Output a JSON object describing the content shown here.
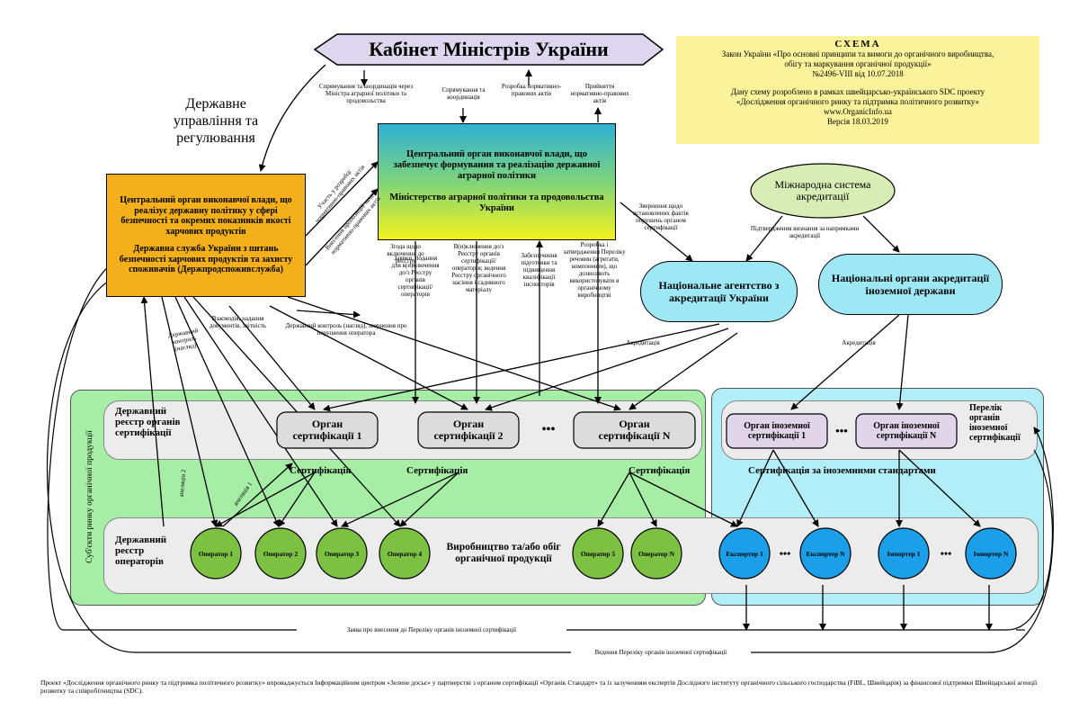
{
  "cabinet": "Кабінет Міністрів України",
  "gov_label": "Державне управління та регулювання",
  "scheme": {
    "title": "СХЕМА",
    "law_line1": "Закон України «Про основні принципи та вимоги до органічного виробництва,",
    "law_line2": "обігу та маркування органічної продукції»",
    "law_line3": "№2496-VIII від 10.07.2018",
    "dev_line1": "Дану схему розроблено в рамках швейцарсько-українського SDC проекту",
    "dev_line2": "«Дослідження органічного ринку та підтримка політичного розвитку»",
    "site": "www.OrganicInfo.ua",
    "version": "Версія 18.03.2019"
  },
  "cabinet_links": {
    "l1": "Спрямування та координація через Міністра аграрної політики та продовольства",
    "l2": "Спрямування та координація",
    "l3": "Розробка нормативно-правових актів",
    "l4": "Прийняття нормативно-правових актів"
  },
  "ministry": {
    "line1": "Центральний орган виконавчої влади, що забезпечує формування та реалізацію державної аграрної політики",
    "line2": "Міністерство аграрної політики та продовольства України"
  },
  "food_service": {
    "line1": "Центральний орган виконавчої влади, що реалізує державну політику у сфері безпечності та окремих показників якості харчових продуктів",
    "line2": "Державна служба України з питань безпечності харчових продуктів та захисту споживачів (Держпродспоживслужба)"
  },
  "intl_accred": "Міжнародна система акредитації",
  "nat_agency": "Національне агентство з акредитації України",
  "nat_foreign": "Національні органи акредитації іноземної держави",
  "small": {
    "participation": "Участь у розробці нормативно-правових актів",
    "submission": "Внесення пропозицій щодо нормативно-правових актів",
    "appeal": "Звернення щодо встановлених фактів порушень органом сертифікації",
    "confirm": "Підтвердження визнання за напрямками акредитації",
    "consent": "Згода щодо включення до реєстру",
    "applications": "Заявки, подання для в(и)ключення до/з Реєстру органів сертифікації/ операторів",
    "inclusion": "В(и)ключення до/з Реєстру органів сертифікації/ операторів; ведення Реєстру органічного насіння і садивного матеріалу",
    "training": "Забезпечення підготовки та підвищення кваліфікації інспекторів",
    "develop": "Розробка і затвердження Переліку речовин (агрегати, компоненти), що дозволяють використовувати в органічному виробництві",
    "accreditation": "Акредитація",
    "interaction": "Взаємодія, надання документів, звітність",
    "control": "Державний контроль (нагляд)",
    "control2": "Державний контроль (нагляд), звернення про порушення оператора",
    "appeal1": "апеляція 1",
    "appeal2": "апеляція 2",
    "statement": "Заява про внесення до Переліку органів іноземної сертифікації",
    "keeping": "Ведення Переліку органів іноземної сертифікації"
  },
  "sidebar_label": "Суб'єкти ринку органічної продукції",
  "registry_cert": "Державний реєстр органів сертифікації",
  "registry_ops": "Державний реєстр операторів",
  "cert_bodies": [
    "Орган сертифікації 1",
    "Орган сертифікації 2",
    "Орган сертифікації N"
  ],
  "foreign_bodies": [
    "Орган іноземної сертифікації 1",
    "Орган іноземної сертифікації N"
  ],
  "foreign_list": "Перелік органів іноземної сертифікації",
  "certification": "Сертифікація",
  "foreign_cert": "Сертифікація за іноземними стандартами",
  "production": "Виробництво та/або обіг органічної продукції",
  "dots": "•••",
  "operators": [
    "Оператор 1",
    "Оператор 2",
    "Оператор 3",
    "Оператор 4",
    "Оператор 5",
    "Оператор N"
  ],
  "exporters": [
    "Експортер 1",
    "Експортер N"
  ],
  "importers": [
    "Імпортер 1",
    "Імпортер N"
  ],
  "footer": "Проект «Дослідження органічного ринку та підтримка політичного розвитку» впроваджується Інформаційним центром «Зелене досьє» у партнерстві з органом сертифікації «Органік Стандарт» та із залученням експертів Дослідного інституту органічного сільського господарства (FiBL, Швейцарія) за фінансової підтримки Швейцарської агенції розвитку та співробітництва (SDC).",
  "colors": {
    "green_zone": "#a6eea6",
    "cyan_zone": "#b2eef8",
    "operator": "#7cc142",
    "trader": "#1a9fe8",
    "nat_agency": "#9ee8f6",
    "intl": "#d7edb5",
    "scheme_box": "#fbf39b",
    "food_box": "#f4b01b",
    "grey_box": "#ececec"
  }
}
